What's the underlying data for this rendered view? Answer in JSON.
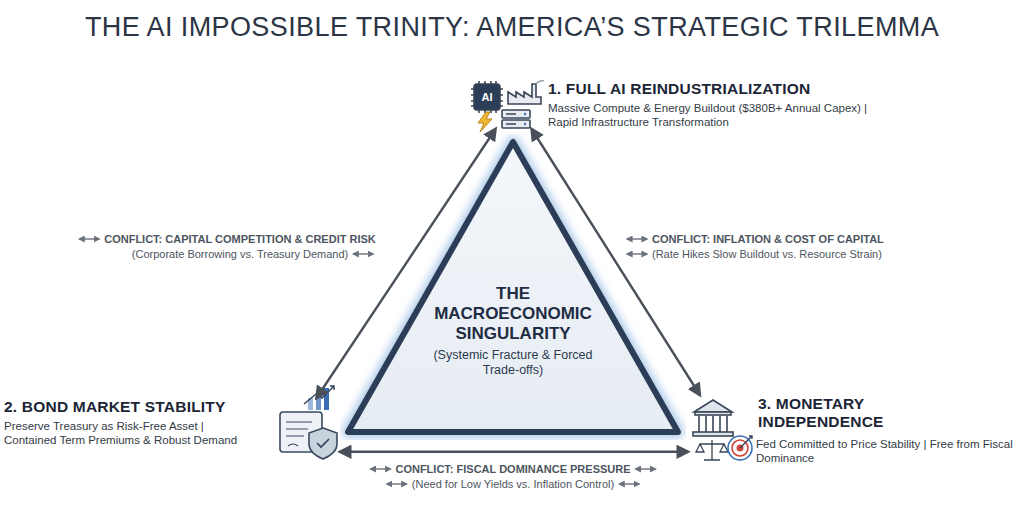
{
  "diagram": {
    "title": "THE AI IMPOSSIBLE TRINITY: AMERICA’S STRATEGIC TRILEMMA",
    "nodes": [
      {
        "text": [
          "1. FULL AI REINDUSTRIALIZATION",
          "Massive Compute & Energy Buildout ($380B+ Annual Capex) | Rapid Infrastructure Transformation"
        ]
      },
      {
        "text": [
          "THE MACROECONOMIC SINGULARITY",
          "(Systemic Fracture & Forced Trade-offs)"
        ]
      },
      {
        "text": [
          "2. BOND MARKET STABILITY",
          "Preserve Treasury as Risk-Free Asset | Contained Term Premiums & Robust Demand"
        ]
      },
      {
        "text": [
          "3. MONETARY INDEPENDENCE",
          "Fed Committed to Price Stability | Free from Fiscal Dominance"
        ]
      }
    ],
    "edges": [
      {
        "from": 0,
        "to": 2,
        "arrow": "both"
      },
      {
        "from": 0,
        "to": 3,
        "arrow": "both"
      },
      {
        "from": 2,
        "to": 3,
        "arrow": "both"
      }
    ],
    "labels": [
      "AI",
      "CONFLICT: CAPITAL COMPETITION & CREDIT RISK",
      "(Corporate Borrowing vs. Treasury Demand)",
      "CONFLICT: INFLATION & COST OF CAPITAL",
      "(Rate Hikes Slow Buildout vs. Resource Strain)",
      "CONFLICT: FISCAL DOMINANCE PRESSURE",
      "(Need for Low Yields vs. Inflation Control)"
    ]
  }
}
